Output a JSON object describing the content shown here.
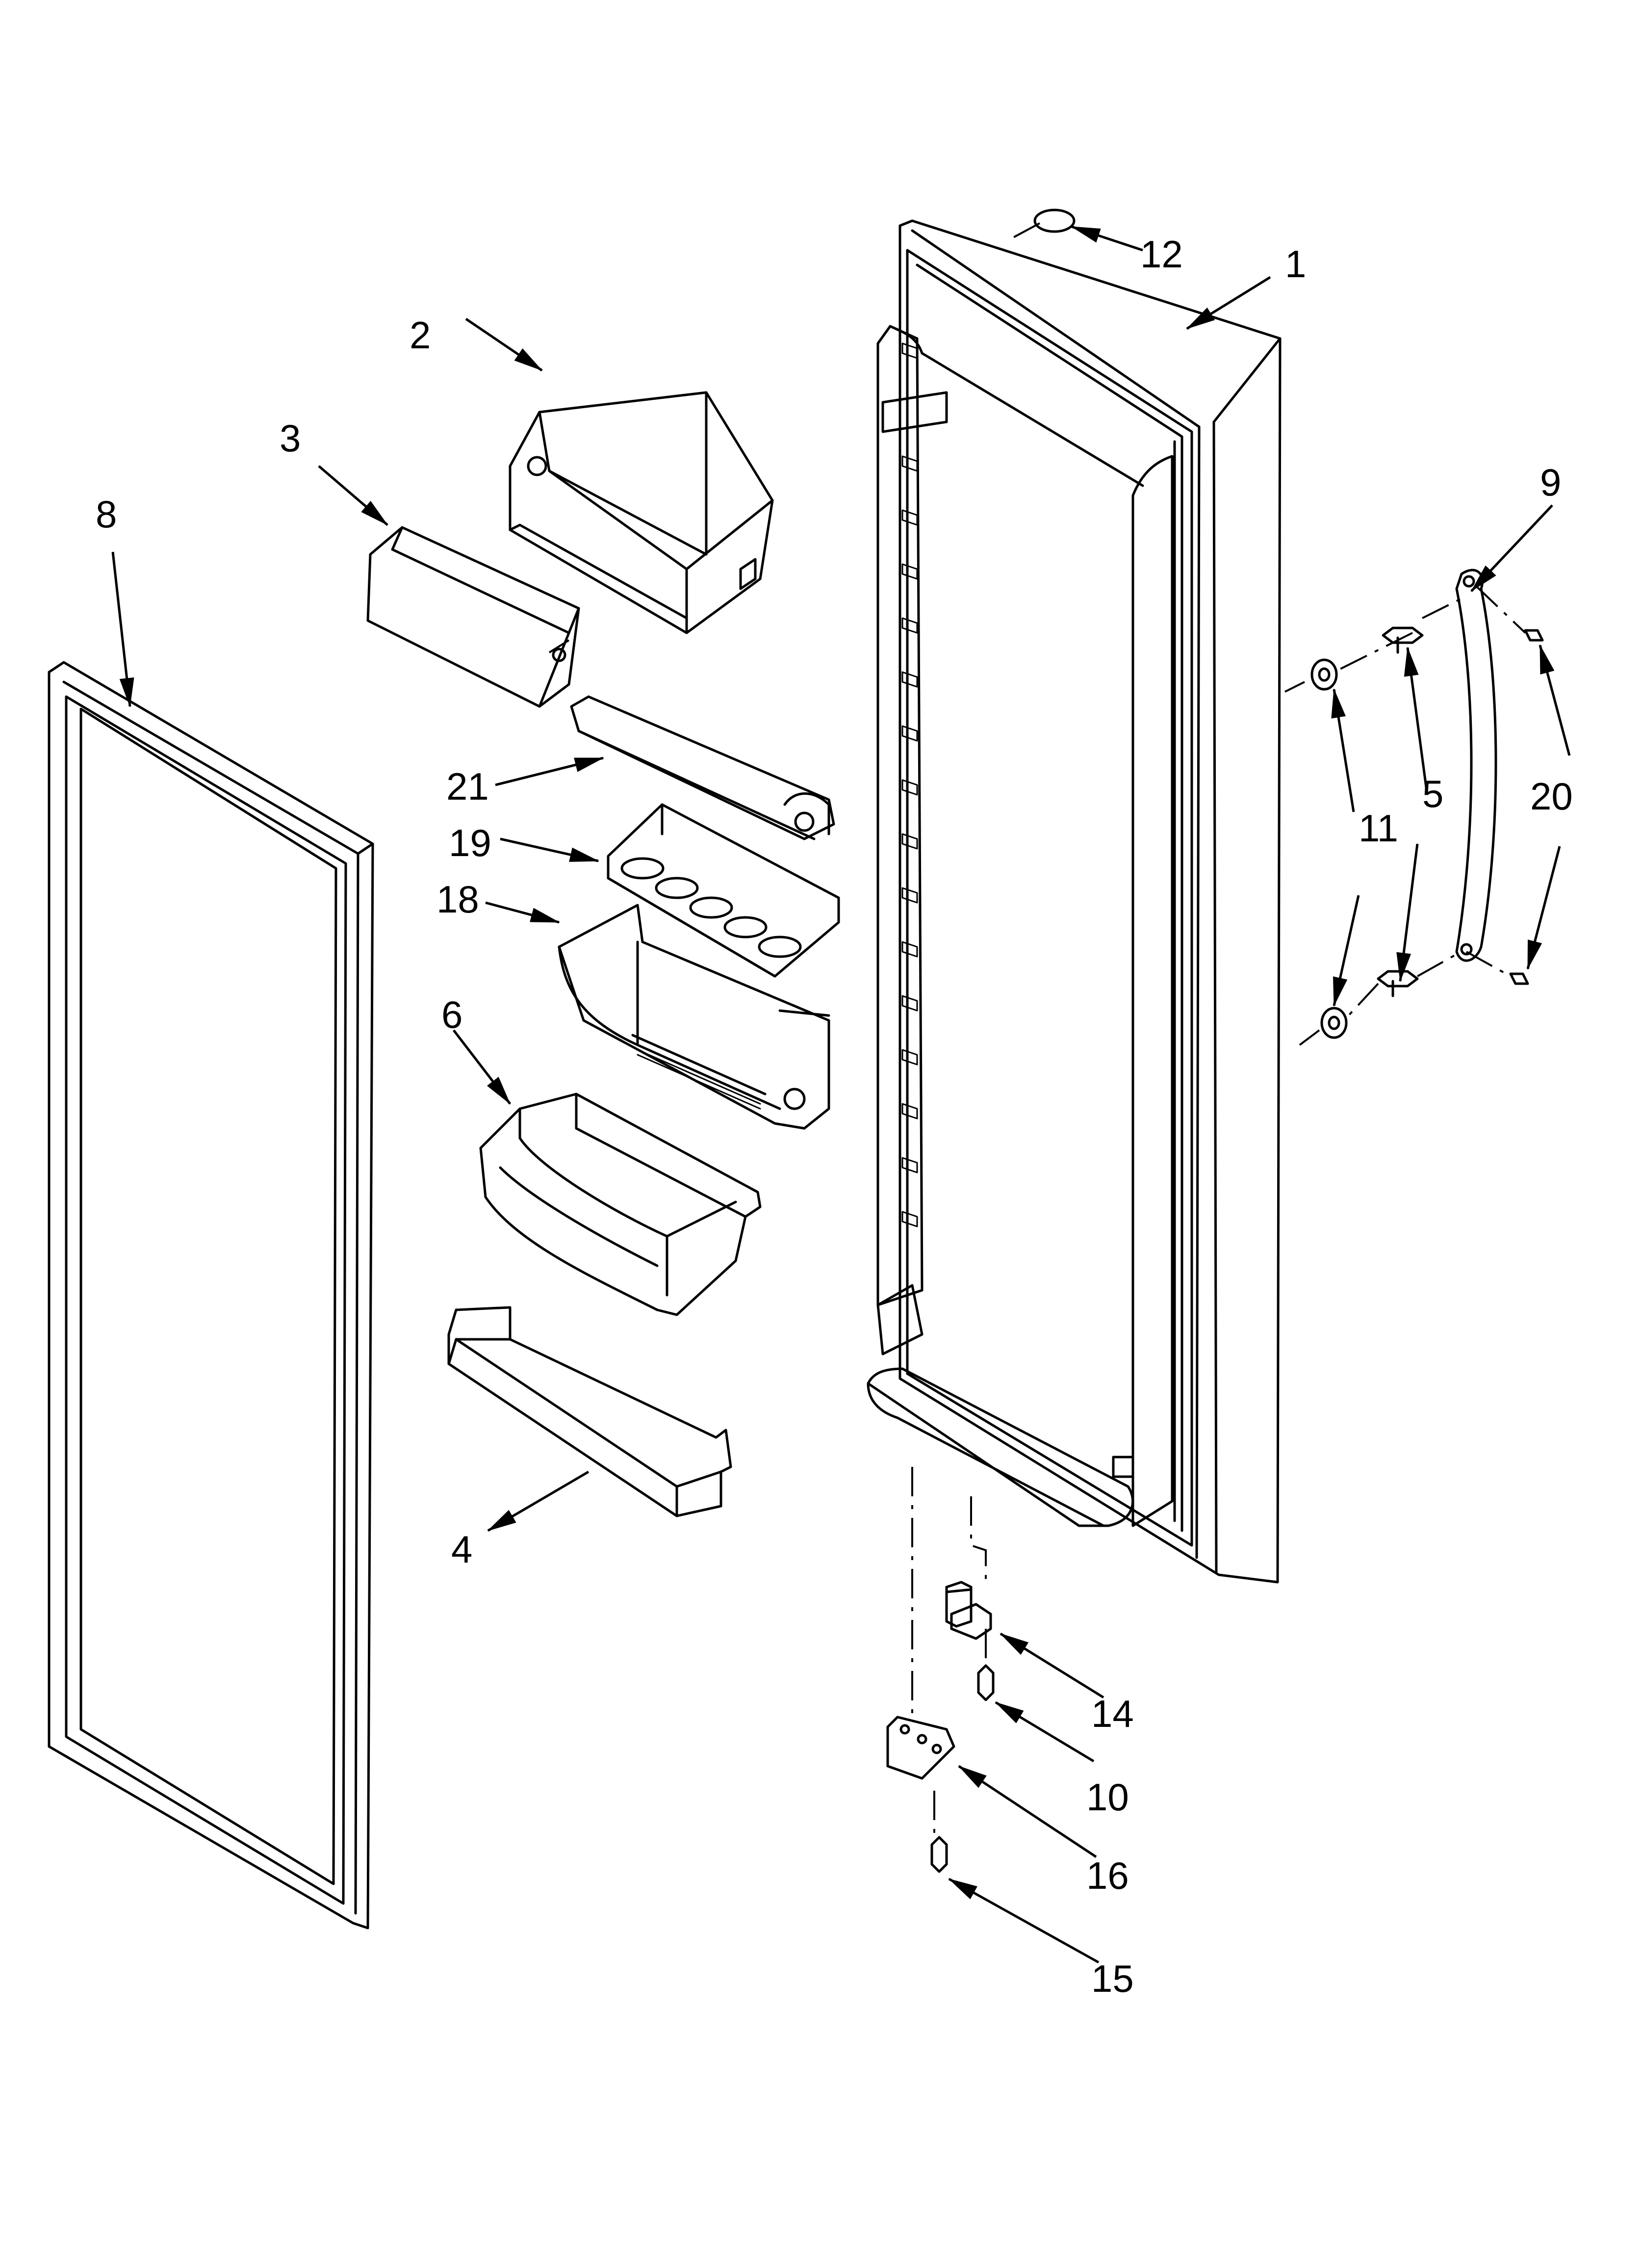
{
  "callouts": {
    "c1": "1",
    "c2": "2",
    "c3": "3",
    "c4": "4",
    "c5": "5",
    "c6": "6",
    "c8": "8",
    "c9": "9",
    "c10": "10",
    "c11": "11",
    "c12": "12",
    "c14": "14",
    "c15": "15",
    "c16": "16",
    "c18": "18",
    "c19": "19",
    "c20": "20",
    "c21": "21"
  }
}
